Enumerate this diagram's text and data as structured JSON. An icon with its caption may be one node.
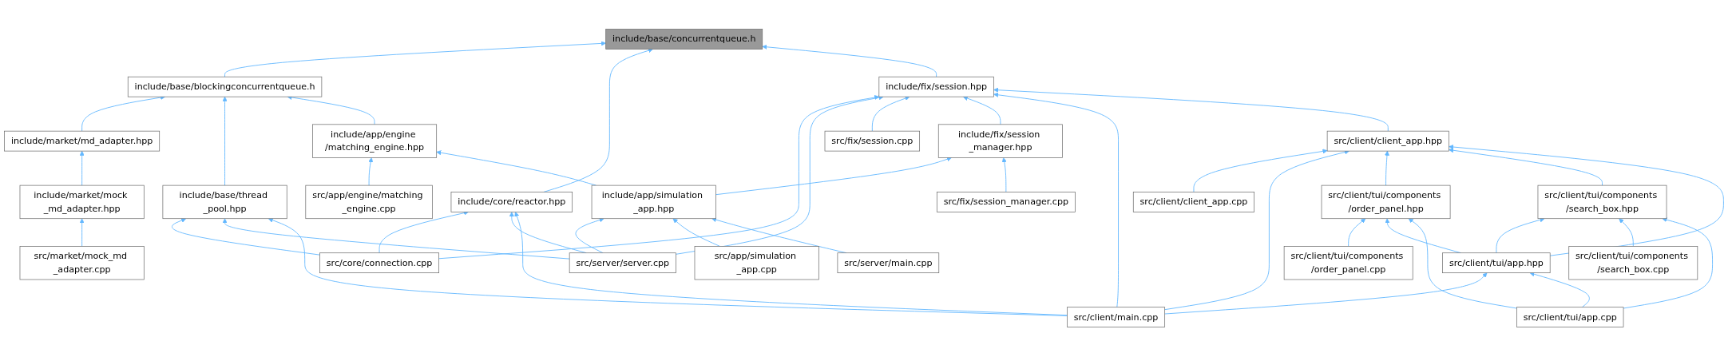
{
  "diagram": {
    "nodes": [
      {
        "text": [
          "include/base/concurrentqueue.h"
        ]
      },
      {
        "text": [
          "include/base/blockingconcurrentqueue.h"
        ]
      },
      {
        "text": [
          "include/fix/session.hpp"
        ]
      },
      {
        "text": [
          "include/market/md_adapter.hpp"
        ]
      },
      {
        "text": [
          "include/app/engine /matching_engine.hpp"
        ]
      },
      {
        "text": [
          "include/market/mock _md_adapter.hpp"
        ]
      },
      {
        "text": [
          "src/market/mock_md _adapter.cpp"
        ]
      },
      {
        "text": [
          "include/base/thread _pool.hpp"
        ]
      },
      {
        "text": [
          "src/app/engine/matching _engine.cpp"
        ]
      },
      {
        "text": [
          "include/core/reactor.hpp"
        ]
      },
      {
        "text": [
          "src/fix/session.cpp"
        ]
      },
      {
        "text": [
          "include/fix/session _manager.hpp"
        ]
      },
      {
        "text": [
          "include/app/simulation _app.hpp"
        ]
      },
      {
        "text": [
          "src/fix/session_manager.cpp"
        ]
      },
      {
        "text": [
          "src/client/client_app.hpp"
        ]
      },
      {
        "text": [
          "src/client/client_app.cpp"
        ]
      },
      {
        "text": [
          "src/client/tui/components /order_panel.hpp"
        ]
      },
      {
        "text": [
          "src/client/tui/components /search_box.hpp"
        ]
      },
      {
        "text": [
          "src/core/connection.cpp"
        ]
      },
      {
        "text": [
          "src/server/server.cpp"
        ]
      },
      {
        "text": [
          "src/app/simulation _app.cpp"
        ]
      },
      {
        "text": [
          "src/server/main.cpp"
        ]
      },
      {
        "text": [
          "src/client/tui/components /order_panel.cpp"
        ]
      },
      {
        "text": [
          "src/client/tui/app.hpp"
        ]
      },
      {
        "text": [
          "src/client/tui/components /search_box.cpp"
        ]
      },
      {
        "text": [
          "src/client/main.cpp"
        ]
      },
      {
        "text": [
          "src/client/tui/app.cpp"
        ]
      }
    ],
    "edges": [
      {
        "from": 1,
        "to": 0,
        "arrow": "to"
      },
      {
        "from": 9,
        "to": 0,
        "arrow": "to"
      },
      {
        "from": 2,
        "to": 0,
        "arrow": "to"
      },
      {
        "from": 3,
        "to": 1,
        "arrow": "to"
      },
      {
        "from": 7,
        "to": 1,
        "arrow": "to"
      },
      {
        "from": 4,
        "to": 1,
        "arrow": "to"
      },
      {
        "from": 18,
        "to": 2,
        "arrow": "to"
      },
      {
        "from": 19,
        "to": 2,
        "arrow": "to"
      },
      {
        "from": 10,
        "to": 2,
        "arrow": "to"
      },
      {
        "from": 11,
        "to": 2,
        "arrow": "to"
      },
      {
        "from": 25,
        "to": 2,
        "arrow": "to"
      },
      {
        "from": 14,
        "to": 2,
        "arrow": "to"
      },
      {
        "from": 5,
        "to": 3,
        "arrow": "to"
      },
      {
        "from": 8,
        "to": 4,
        "arrow": "to"
      },
      {
        "from": 12,
        "to": 4,
        "arrow": "to"
      },
      {
        "from": 6,
        "to": 5,
        "arrow": "to"
      },
      {
        "from": 18,
        "to": 7,
        "arrow": "to"
      },
      {
        "from": 19,
        "to": 7,
        "arrow": "to"
      },
      {
        "from": 25,
        "to": 7,
        "arrow": "to"
      },
      {
        "from": 18,
        "to": 9,
        "arrow": "to"
      },
      {
        "from": 19,
        "to": 9,
        "arrow": "to"
      },
      {
        "from": 25,
        "to": 9,
        "arrow": "to"
      },
      {
        "from": 12,
        "to": 11,
        "arrow": "to"
      },
      {
        "from": 13,
        "to": 11,
        "arrow": "to"
      },
      {
        "from": 19,
        "to": 12,
        "arrow": "to"
      },
      {
        "from": 20,
        "to": 12,
        "arrow": "to"
      },
      {
        "from": 21,
        "to": 12,
        "arrow": "to"
      },
      {
        "from": 15,
        "to": 14,
        "arrow": "to"
      },
      {
        "from": 25,
        "to": 14,
        "arrow": "to"
      },
      {
        "from": 16,
        "to": 14,
        "arrow": "to"
      },
      {
        "from": 17,
        "to": 14,
        "arrow": "to"
      },
      {
        "from": 23,
        "to": 14,
        "arrow": "to"
      },
      {
        "from": 22,
        "to": 16,
        "arrow": "to"
      },
      {
        "from": 23,
        "to": 16,
        "arrow": "to"
      },
      {
        "from": 26,
        "to": 16,
        "arrow": "to"
      },
      {
        "from": 23,
        "to": 17,
        "arrow": "to"
      },
      {
        "from": 24,
        "to": 17,
        "arrow": "to"
      },
      {
        "from": 26,
        "to": 17,
        "arrow": "to"
      },
      {
        "from": 25,
        "to": 23,
        "arrow": "to"
      },
      {
        "from": 26,
        "to": 23,
        "arrow": "to"
      }
    ]
  }
}
